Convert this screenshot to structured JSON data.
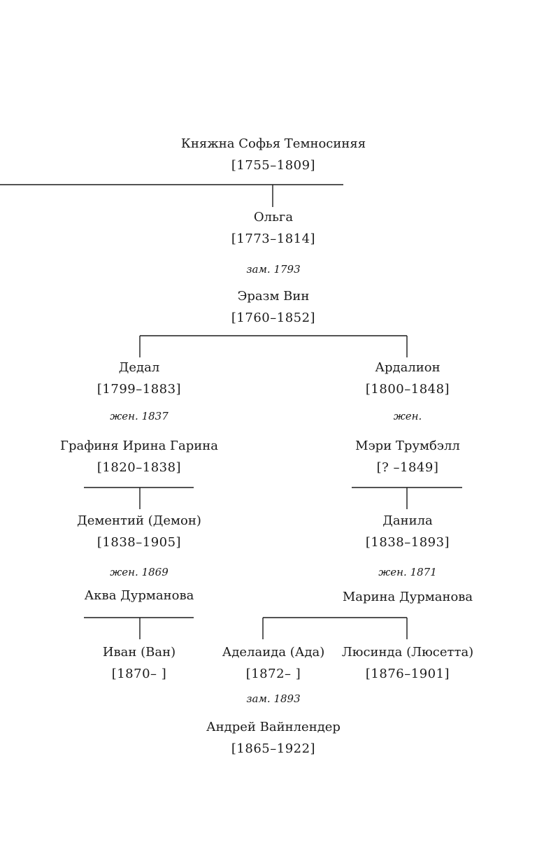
{
  "tree": {
    "sofia": {
      "name": "Княжна Софья Темносиняя",
      "dates": "[1755–1809]"
    },
    "olga": {
      "name": "Ольга",
      "dates": "[1773–1814]",
      "marriage": "зам. 1793"
    },
    "erazm": {
      "name": "Эразм Вин",
      "dates": "[1760–1852]"
    },
    "dedal": {
      "name": "Дедал",
      "dates": "[1799–1883]",
      "marriage": "жен. 1837"
    },
    "irina": {
      "name": "Графиня Ирина Гарина",
      "dates": "[1820–1838]"
    },
    "ardalion": {
      "name": "Ардалион",
      "dates": "[1800–1848]",
      "marriage": "жен."
    },
    "mary": {
      "name": "Мэри Трумбэлл",
      "dates": "[? –1849]"
    },
    "dementiy": {
      "name": "Дементий (Демон)",
      "dates": "[1838–1905]",
      "marriage": "жен. 1869"
    },
    "aqua": {
      "name": "Аква Дурманова"
    },
    "danila": {
      "name": "Данила",
      "dates": "[1838–1893]",
      "marriage": "жен. 1871"
    },
    "marina": {
      "name": "Марина Дурманова"
    },
    "ivan": {
      "name": "Иван (Ван)",
      "dates": "[1870– ]"
    },
    "ada": {
      "name": "Аделаида (Ада)",
      "dates": "[1872– ]",
      "marriage": "зам. 1893"
    },
    "lucinda": {
      "name": "Люсинда (Люсетта)",
      "dates": "[1876–1901]"
    },
    "andrey": {
      "name": "Андрей Вайнлендер",
      "dates": "[1865–1922]"
    }
  }
}
